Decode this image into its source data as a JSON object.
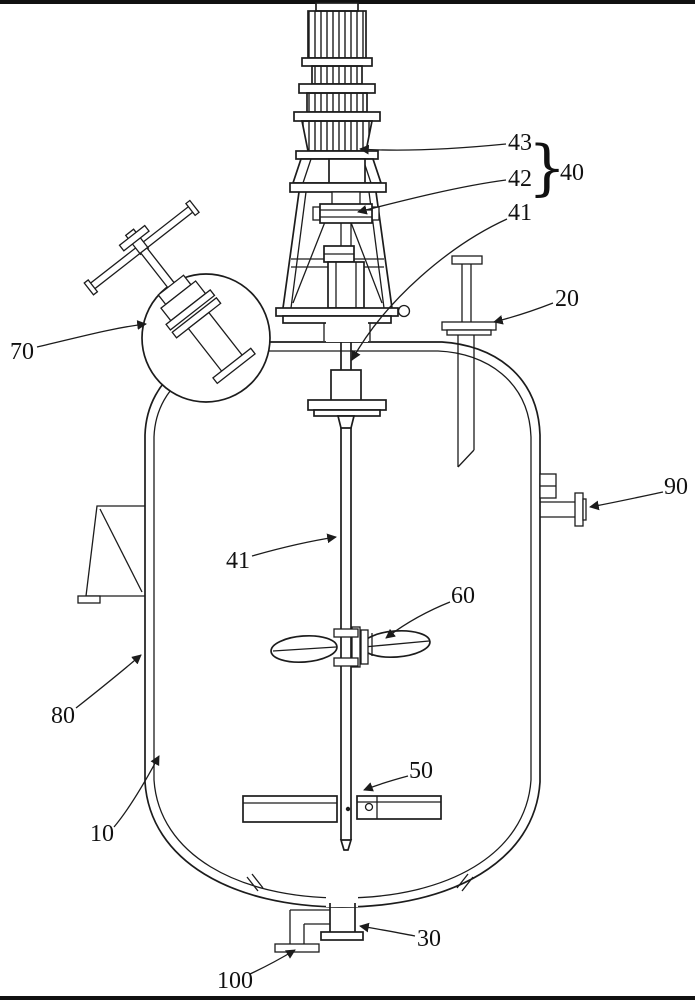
{
  "diagram": {
    "kind": "patent-style technical drawing",
    "subject": "stirred reactor vessel with agitator, valve and nozzles",
    "colors": {
      "line": "#1c1c1c",
      "background": "#ffffff"
    },
    "callouts": {
      "c10": "10",
      "c20": "20",
      "c30": "30",
      "c40": "40",
      "c41": "41",
      "c42": "42",
      "c43": "43",
      "c50": "50",
      "c60": "60",
      "c70": "70",
      "c80": "80",
      "c90": "90",
      "c100": "100"
    },
    "brace": "}"
  }
}
